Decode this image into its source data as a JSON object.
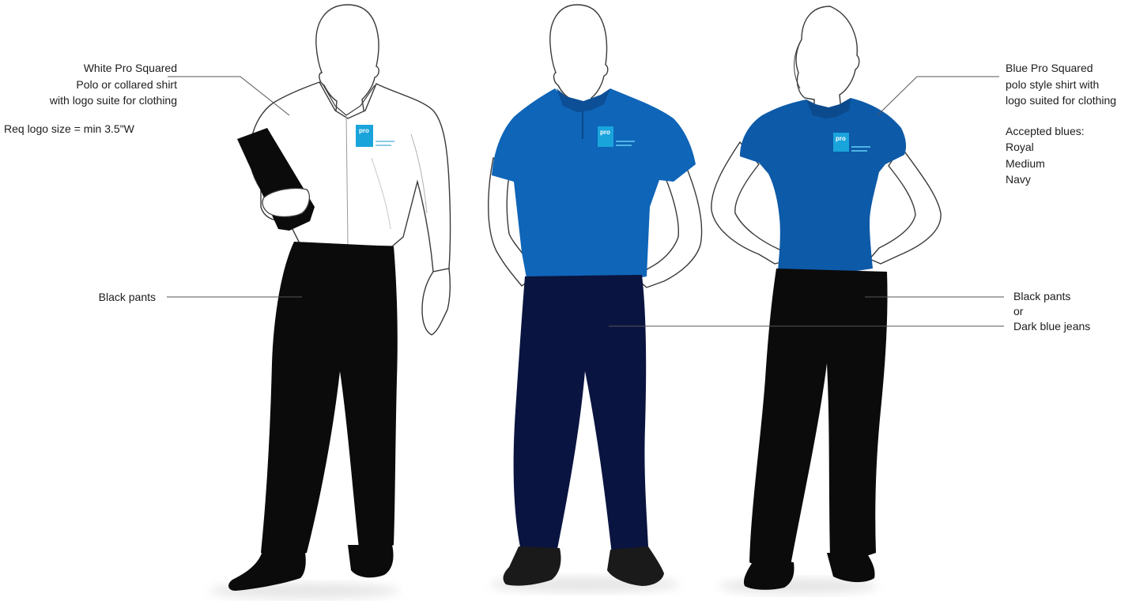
{
  "colors": {
    "white_shirt": "#ffffff",
    "outline": "#3a3a3a",
    "blue_shirt": "#0f65b8",
    "blue_shirt_female": "#0d5aa8",
    "black_pants": "#0b0b0b",
    "dark_jeans": "#0a1440",
    "logo_cyan": "#1aa4dc",
    "leader_line": "#555555"
  },
  "logo": {
    "text": "pro"
  },
  "callouts": {
    "white_shirt": {
      "lines": [
        "White Pro Squared",
        "Polo or collared shirt",
        "with logo suite for clothing"
      ],
      "logo_size": "Req logo size = min 3.5\"W"
    },
    "black_pants_left": {
      "lines": [
        "Black pants"
      ]
    },
    "blue_shirt": {
      "lines": [
        "Blue Pro Squared",
        "polo style shirt with",
        "logo suited for clothing"
      ],
      "accepted_title": "Accepted blues:",
      "accepted": [
        "Royal",
        "Medium",
        "Navy"
      ]
    },
    "pants_right": {
      "lines": [
        "Black pants",
        "or",
        "Dark blue jeans"
      ]
    }
  }
}
